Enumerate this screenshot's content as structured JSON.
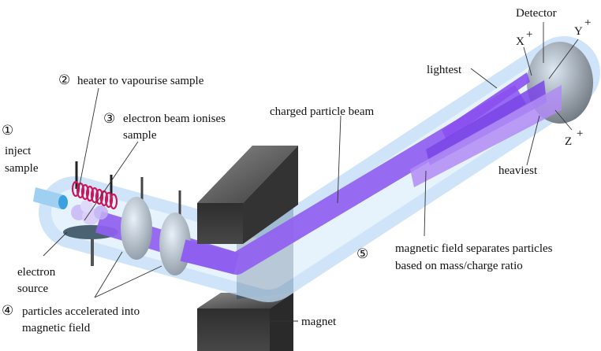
{
  "title": "Mass spectrometer",
  "labels": {
    "step1_num": "①",
    "step1_line1": "inject",
    "step1_line2": "sample",
    "step2_num": "②",
    "step2": "heater to vapourise sample",
    "step3_num": "③",
    "step3_line1": "electron beam ionises",
    "step3_line2": "sample",
    "electron_source_line1": "electron",
    "electron_source_line2": "source",
    "step4_num": "④",
    "step4_line1": "particles accelerated into",
    "step4_line2": "magnetic field",
    "beam": "charged particle beam",
    "magnet": "magnet",
    "step5_num": "⑤",
    "step5_line1": "magnetic field separates particles",
    "step5_line2": "based on mass/charge ratio",
    "detector": "Detector",
    "lightest": "lightest",
    "heaviest": "heaviest",
    "x": "X",
    "y": "Y",
    "z": "Z",
    "plus": "+"
  },
  "colors": {
    "beam": "#8f5ff0",
    "tube": "#cfe6fb",
    "magnet": "#3b3b3b",
    "heater": "#d0145a"
  }
}
